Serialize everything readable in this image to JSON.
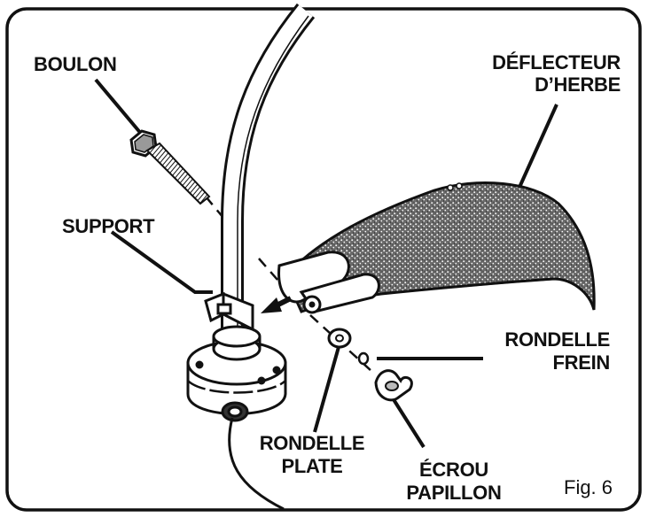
{
  "figure": "Fig. 6",
  "labels": {
    "bolt": "BOULON",
    "support": "SUPPORT",
    "deflector_1": "DÉFLECTEUR",
    "deflector_2": "D’HERBE",
    "lock_washer_1": "RONDELLE",
    "lock_washer_2": "FREIN",
    "flat_washer_1": "RONDELLE",
    "flat_washer_2": "PLATE",
    "wing_nut_1": "ÉCROU",
    "wing_nut_2": "PAPILLON"
  },
  "colors": {
    "ink": "#111111",
    "paper": "#ffffff",
    "stipple": "#5a5a5a"
  }
}
